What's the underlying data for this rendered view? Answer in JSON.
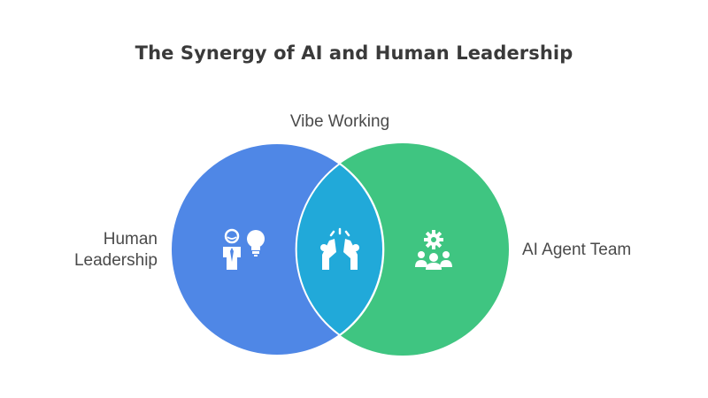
{
  "title": "The Synergy of AI and Human Leadership",
  "sets": {
    "left": {
      "label_line1": "Human",
      "label_line2": "Leadership",
      "color": "#4f87e6",
      "icon": "leader-lightbulb-icon"
    },
    "right": {
      "label": "AI Agent Team",
      "color": "#3fc581",
      "icon": "team-gear-icon"
    },
    "intersection": {
      "label": "Vibe Working",
      "color": "#21a9d9",
      "icon": "high-five-icon"
    }
  }
}
